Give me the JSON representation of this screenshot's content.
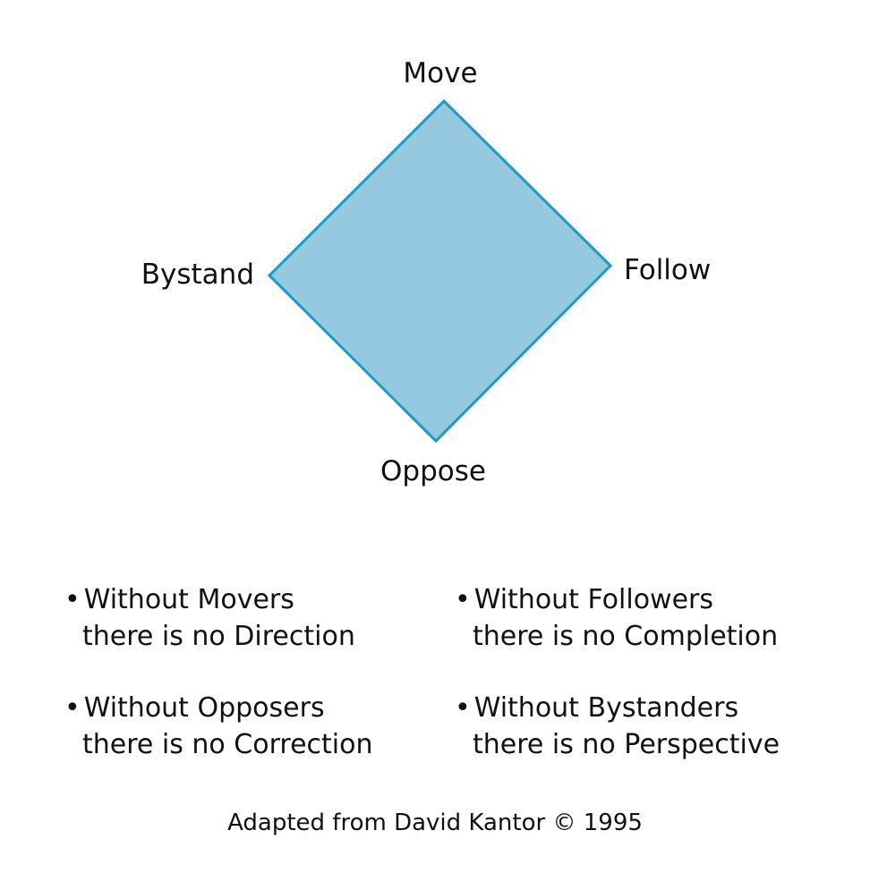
{
  "diagram": {
    "nodes": {
      "top": "Move",
      "right": "Follow",
      "bottom": "Oppose",
      "left": "Bystand"
    },
    "fill_color": "#94c9df",
    "stroke_color": "#1a9cc9"
  },
  "bullets": [
    {
      "marker": "•",
      "line1": "Without Movers",
      "line2": "there is no Direction"
    },
    {
      "marker": "•",
      "line1": "Without Followers",
      "line2": "there is no Completion"
    },
    {
      "marker": "•",
      "line1": "Without Opposers",
      "line2": "there is no Correction"
    },
    {
      "marker": "•",
      "line1": "Without Bystanders",
      "line2": "there is no Perspective"
    }
  ],
  "credit": "Adapted from David Kantor © 1995"
}
